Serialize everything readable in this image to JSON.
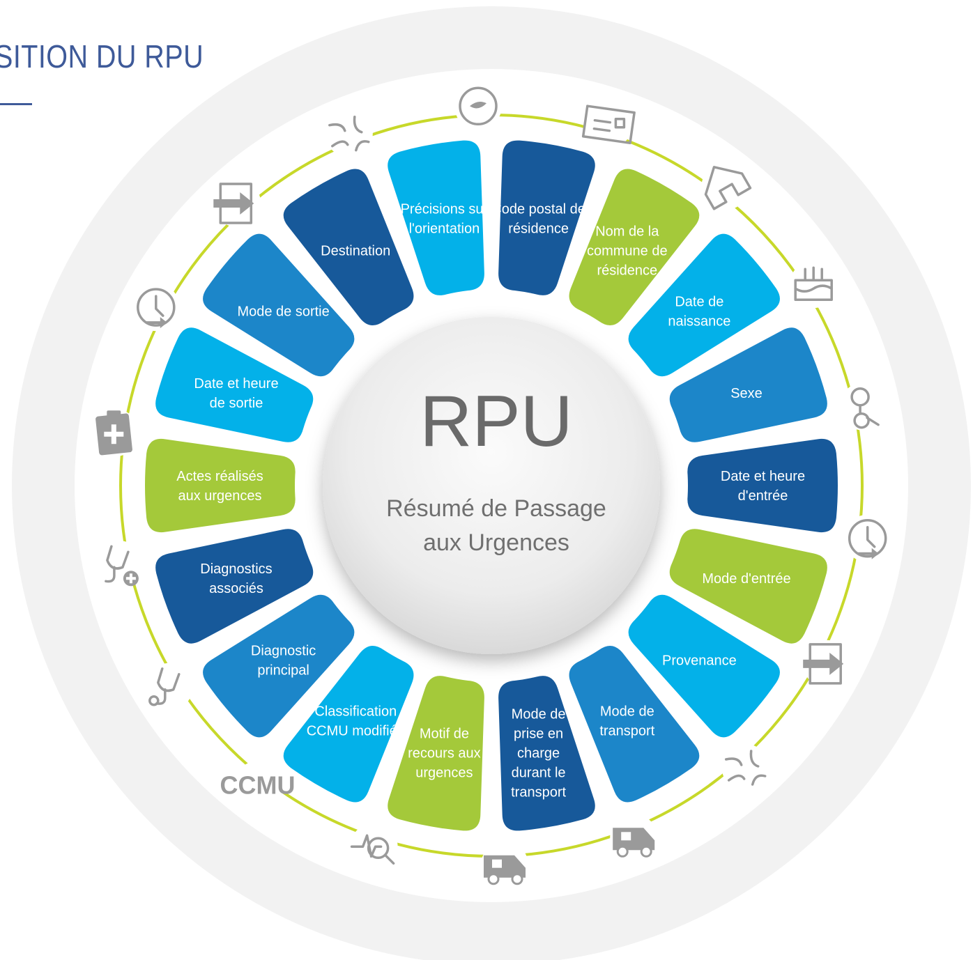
{
  "page": {
    "title": "SITION DU RPU"
  },
  "center": {
    "title": "RPU",
    "subtitle_line1": "Résumé de Passage",
    "subtitle_line2": "aux Urgences"
  },
  "colors": {
    "dark_blue": "#17599a",
    "mid_blue": "#1c86c9",
    "cyan": "#03b1e9",
    "green": "#a4c93a",
    "ring_line": "#c7d82a",
    "outer_band": "#f2f2f2",
    "icon_gray": "#9a9a9a",
    "title_blue": "#3e5a99"
  },
  "segments": [
    {
      "lines": [
        "Code postal de",
        "résidence"
      ],
      "color": "dark_blue"
    },
    {
      "lines": [
        "Nom de la",
        "commune de",
        "résidence"
      ],
      "color": "green"
    },
    {
      "lines": [
        "Date de",
        "naissance"
      ],
      "color": "cyan"
    },
    {
      "lines": [
        "Sexe"
      ],
      "color": "mid_blue"
    },
    {
      "lines": [
        "Date et heure",
        "d'entrée"
      ],
      "color": "dark_blue"
    },
    {
      "lines": [
        "Mode d'entrée"
      ],
      "color": "green"
    },
    {
      "lines": [
        "Provenance"
      ],
      "color": "cyan"
    },
    {
      "lines": [
        "Mode de",
        "transport"
      ],
      "color": "mid_blue"
    },
    {
      "lines": [
        "Mode de",
        "prise en",
        "charge",
        "durant le",
        "transport"
      ],
      "color": "dark_blue"
    },
    {
      "lines": [
        "Motif de",
        "recours aux",
        "urgences"
      ],
      "color": "green"
    },
    {
      "lines": [
        "Classification",
        "CCMU modifiée"
      ],
      "color": "cyan"
    },
    {
      "lines": [
        "Diagnostic",
        "principal"
      ],
      "color": "mid_blue"
    },
    {
      "lines": [
        "Diagnostics",
        "associés"
      ],
      "color": "dark_blue"
    },
    {
      "lines": [
        "Actes réalisés",
        "aux urgences"
      ],
      "color": "green"
    },
    {
      "lines": [
        "Date et heure",
        "de sortie"
      ],
      "color": "cyan"
    },
    {
      "lines": [
        "Mode de sortie"
      ],
      "color": "mid_blue"
    },
    {
      "lines": [
        "Destination"
      ],
      "color": "dark_blue"
    },
    {
      "lines": [
        "Précisions sur",
        "l'orientation"
      ],
      "color": "cyan"
    }
  ],
  "icons": [
    "postal-card-icon",
    "house-icon",
    "birthday-cake-icon",
    "gender-symbols-icon",
    "entry-clock-icon",
    "entry-door-icon",
    "provenance-arrows-icon",
    "ambulance-icon",
    "ambulance-care-icon",
    "ecg-magnifier-icon",
    "ccmu-text-icon",
    "stethoscope-icon",
    "stethoscope-plus-icon",
    "medical-clipboard-icon",
    "exit-clock-icon",
    "exit-door-icon",
    "destination-arrows-icon",
    "orientation-compass-icon"
  ],
  "icon_labels": {
    "ccmu": "CCMU"
  }
}
